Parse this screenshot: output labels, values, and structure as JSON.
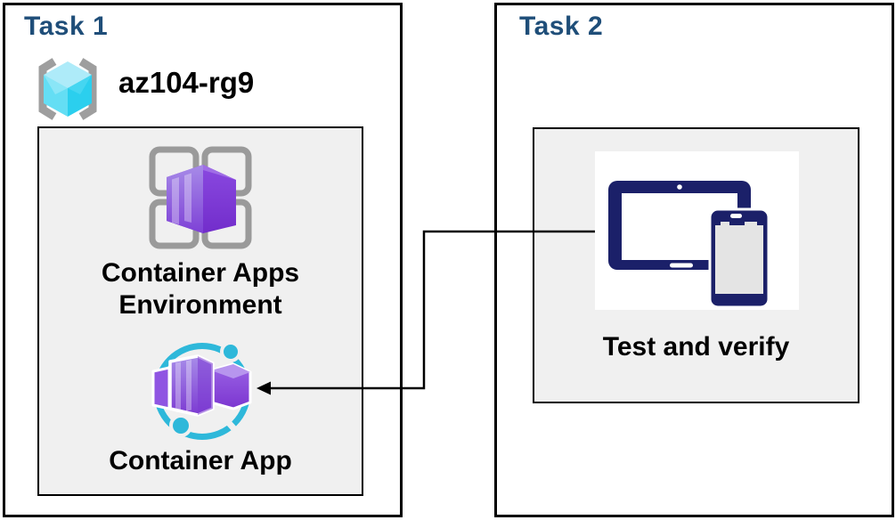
{
  "diagram": {
    "task1": {
      "title": "Task 1",
      "resource_group": {
        "name": "az104-rg9",
        "icon": "resource-group-icon"
      },
      "environment": {
        "label": "Container Apps Environment",
        "icon": "container-apps-environment-icon"
      },
      "container_app": {
        "label": "Container App",
        "icon": "container-app-icon"
      }
    },
    "task2": {
      "title": "Task 2",
      "test_verify": {
        "label": "Test and verify",
        "icon": "devices-icon"
      }
    },
    "connector": {
      "from": "test-and-verify-icon",
      "to": "container-app-icon",
      "type": "elbow-arrow"
    },
    "colors": {
      "task_title": "#1f4e79",
      "label_text": "#000000",
      "panel_bg": "#f0f0f0",
      "box_border": "#000000",
      "azure_cyan": "#2eb8da",
      "azure_purple_light": "#a78be8",
      "azure_purple_dark": "#7a35d0",
      "device_navy": "#1b2069",
      "bracket_gray": "#9e9e9e",
      "cube_blue_light": "#aeebf9",
      "cube_blue_mid": "#64def4",
      "cube_blue_dark": "#2bcfee"
    }
  }
}
